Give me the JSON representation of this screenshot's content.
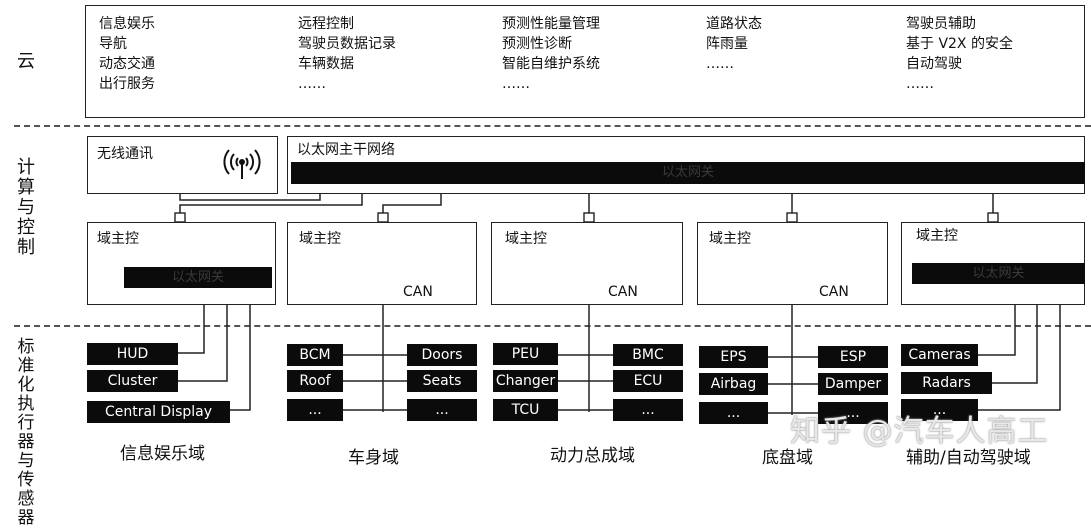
{
  "rows": {
    "cloud": "云",
    "compute": "计算与控制",
    "sensors": "标准化执行器与传感器"
  },
  "cloud": {
    "col1": [
      "信息娱乐",
      "导航",
      "动态交通",
      "出行服务"
    ],
    "col2": [
      "远程控制",
      "驾驶员数据记录",
      "车辆数据",
      "……"
    ],
    "col3": [
      "预测性能量管理",
      "预测性诊断",
      "智能自维护系统",
      "……"
    ],
    "col4": [
      "道路状态",
      "阵雨量",
      "……"
    ],
    "col5": [
      "驾驶员辅助",
      "基于 V2X 的安全",
      "自动驾驶",
      "……"
    ]
  },
  "compute": {
    "wireless": "无线通讯",
    "wireless_icon": "antenna-icon",
    "backbone": "以太网主干网络",
    "backbone_bar": "以太网关",
    "domain_controller": "域主控",
    "gateway": "以太网关",
    "can": "CAN"
  },
  "devices": {
    "infotainment": [
      "HUD",
      "Cluster",
      "Central Display"
    ],
    "body_left": [
      "BCM",
      "Roof",
      "..."
    ],
    "body_right": [
      "Doors",
      "Seats",
      "..."
    ],
    "power_left": [
      "PEU",
      "Changer",
      "TCU"
    ],
    "power_right": [
      "BMC",
      "ECU",
      "..."
    ],
    "chassis_left": [
      "EPS",
      "Airbag",
      "..."
    ],
    "chassis_right": [
      "ESP",
      "Damper",
      "..."
    ],
    "adas": [
      "Cameras",
      "Radars",
      "..."
    ]
  },
  "domains": {
    "infotainment": "信息娱乐域",
    "body": "车身域",
    "power": "动力总成域",
    "chassis": "底盘域",
    "adas": "辅助/自动驾驶域"
  },
  "watermark": "知乎 @汽车人高工",
  "colors": {
    "ink": "#0b0b0b",
    "line": "#222222",
    "dash": "#555555"
  }
}
